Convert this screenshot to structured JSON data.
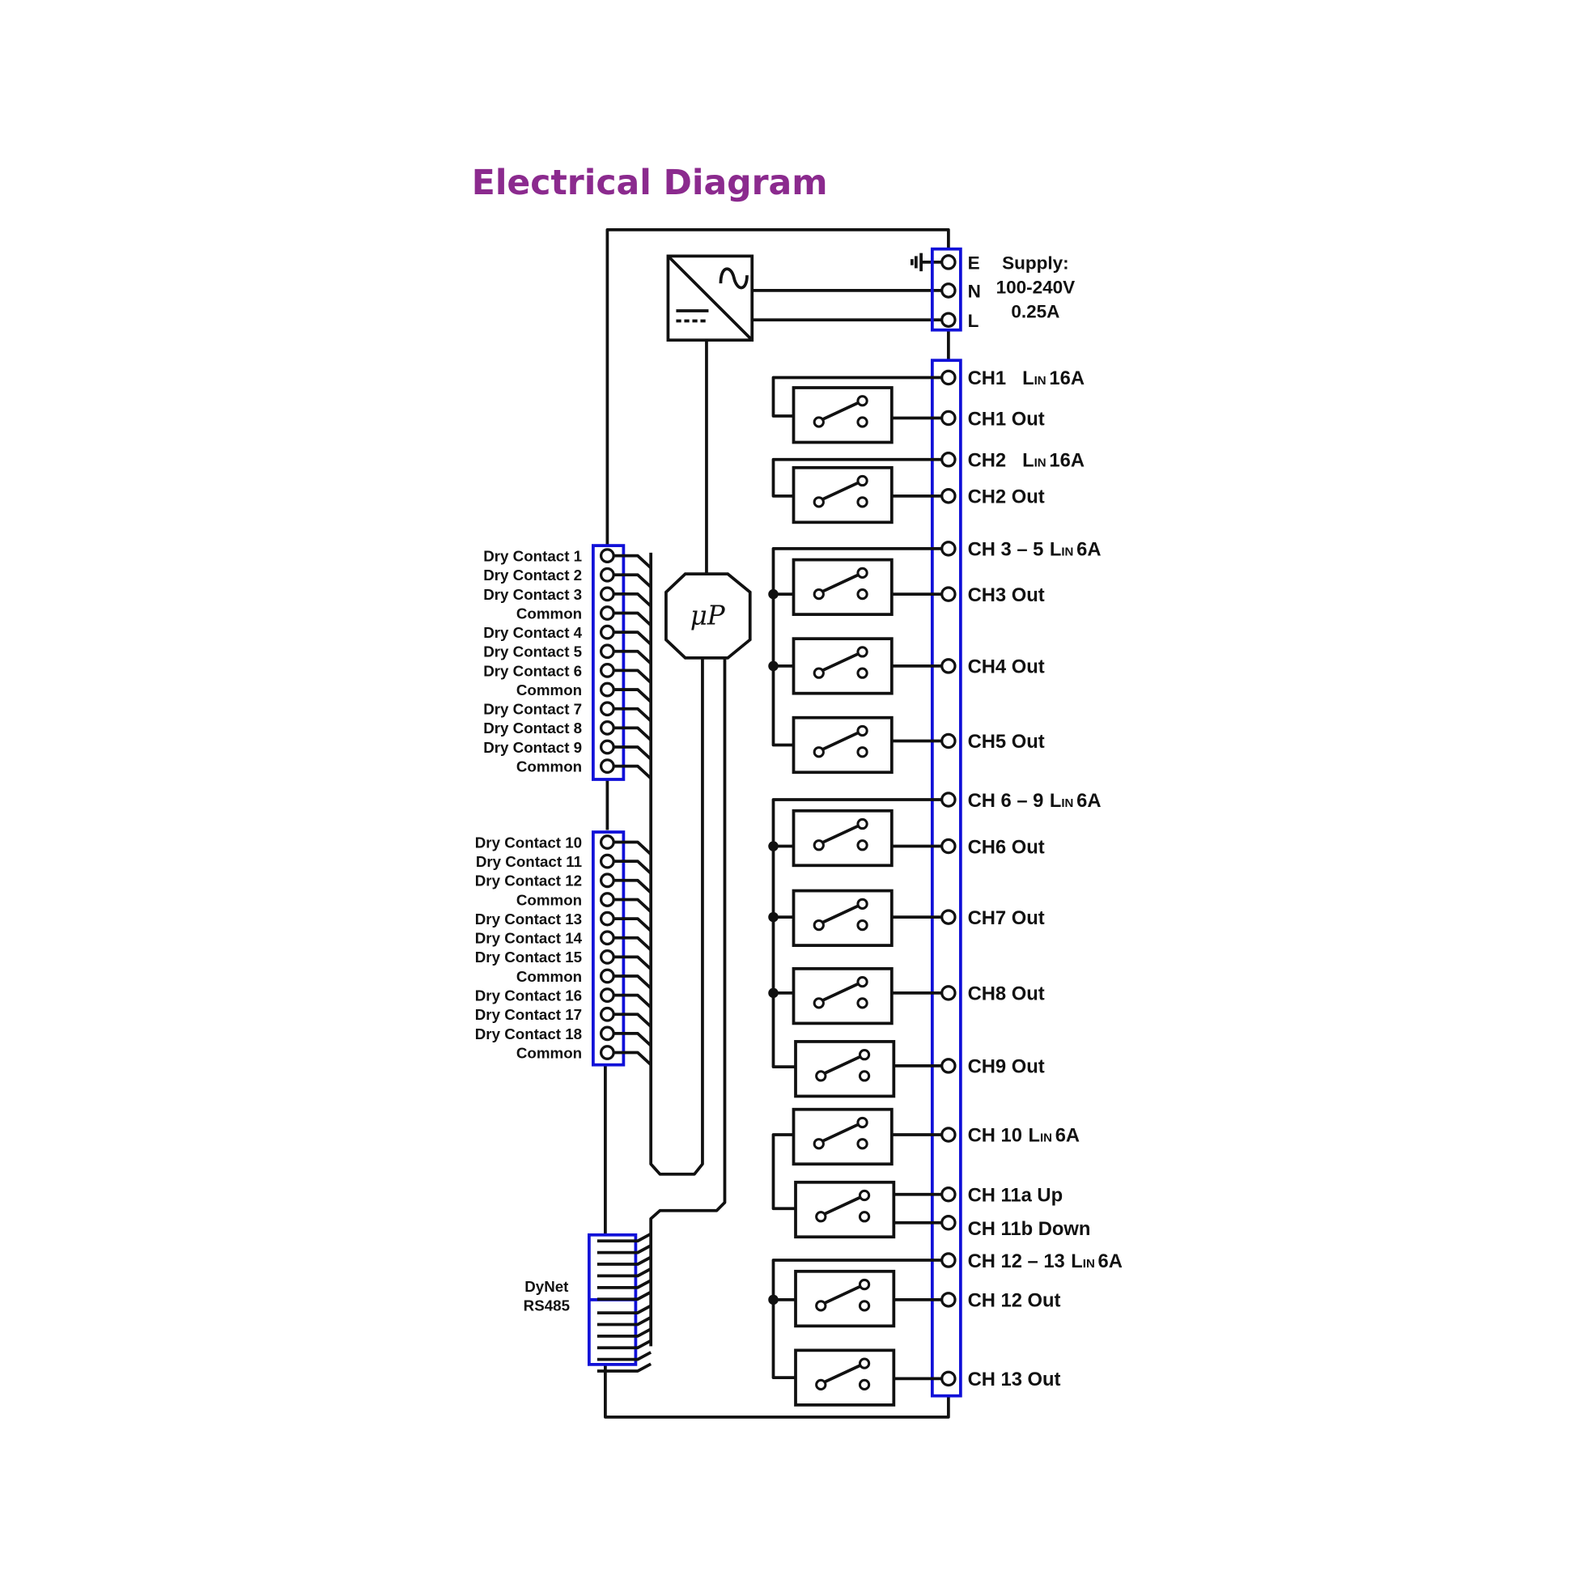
{
  "title": "Electrical Diagram",
  "colors": {
    "title": "#8b2a8e",
    "terminal_block": "#1010d8",
    "wire": "#111111"
  },
  "supply": {
    "terminals": [
      "E",
      "N",
      "L"
    ],
    "label_lines": [
      "Supply:",
      "100-240V",
      "0.25A"
    ]
  },
  "processor_label": "μP",
  "dynet_label_lines": [
    "DyNet",
    "RS485"
  ],
  "dry_contacts_block_1": [
    "Dry Contact 1",
    "Dry Contact 2",
    "Dry Contact 3",
    "Common",
    "Dry Contact 4",
    "Dry Contact 5",
    "Dry Contact 6",
    "Common",
    "Dry Contact 7",
    "Dry Contact 8",
    "Dry Contact 9",
    "Common"
  ],
  "dry_contacts_block_2": [
    "Dry Contact 10",
    "Dry Contact 11",
    "Dry Contact 12",
    "Common",
    "Dry Contact 13",
    "Dry Contact 14",
    "Dry Contact 15",
    "Common",
    "Dry Contact 16",
    "Dry Contact 17",
    "Dry Contact 18",
    "Common"
  ],
  "channel_terminals": [
    {
      "main": "CH1",
      "lin": "L",
      "sub": "IN",
      "rating": "16A",
      "gap": true
    },
    {
      "main": "CH1 Out"
    },
    {
      "main": "CH2",
      "lin": "L",
      "sub": "IN",
      "rating": "16A",
      "gap": true
    },
    {
      "main": "CH2 Out"
    },
    {
      "main": "CH 3 – 5",
      "lin": "L",
      "sub": "IN",
      "rating": "6A"
    },
    {
      "main": "CH3 Out"
    },
    {
      "main": "CH4 Out"
    },
    {
      "main": "CH5 Out"
    },
    {
      "main": "CH 6 – 9",
      "lin": "L",
      "sub": "IN",
      "rating": "6A"
    },
    {
      "main": "CH6 Out"
    },
    {
      "main": "CH7 Out"
    },
    {
      "main": "CH8 Out"
    },
    {
      "main": "CH9 Out"
    },
    {
      "main": "CH 10",
      "lin": "L",
      "sub": "IN",
      "rating": "6A"
    },
    {
      "main": "CH 11a Up"
    },
    {
      "main": "CH 11b Down"
    },
    {
      "main": "CH 12 – 13",
      "lin": "L",
      "sub": "IN",
      "rating": "6A"
    },
    {
      "main": "CH 12 Out"
    },
    {
      "main": "CH 13 Out"
    }
  ]
}
